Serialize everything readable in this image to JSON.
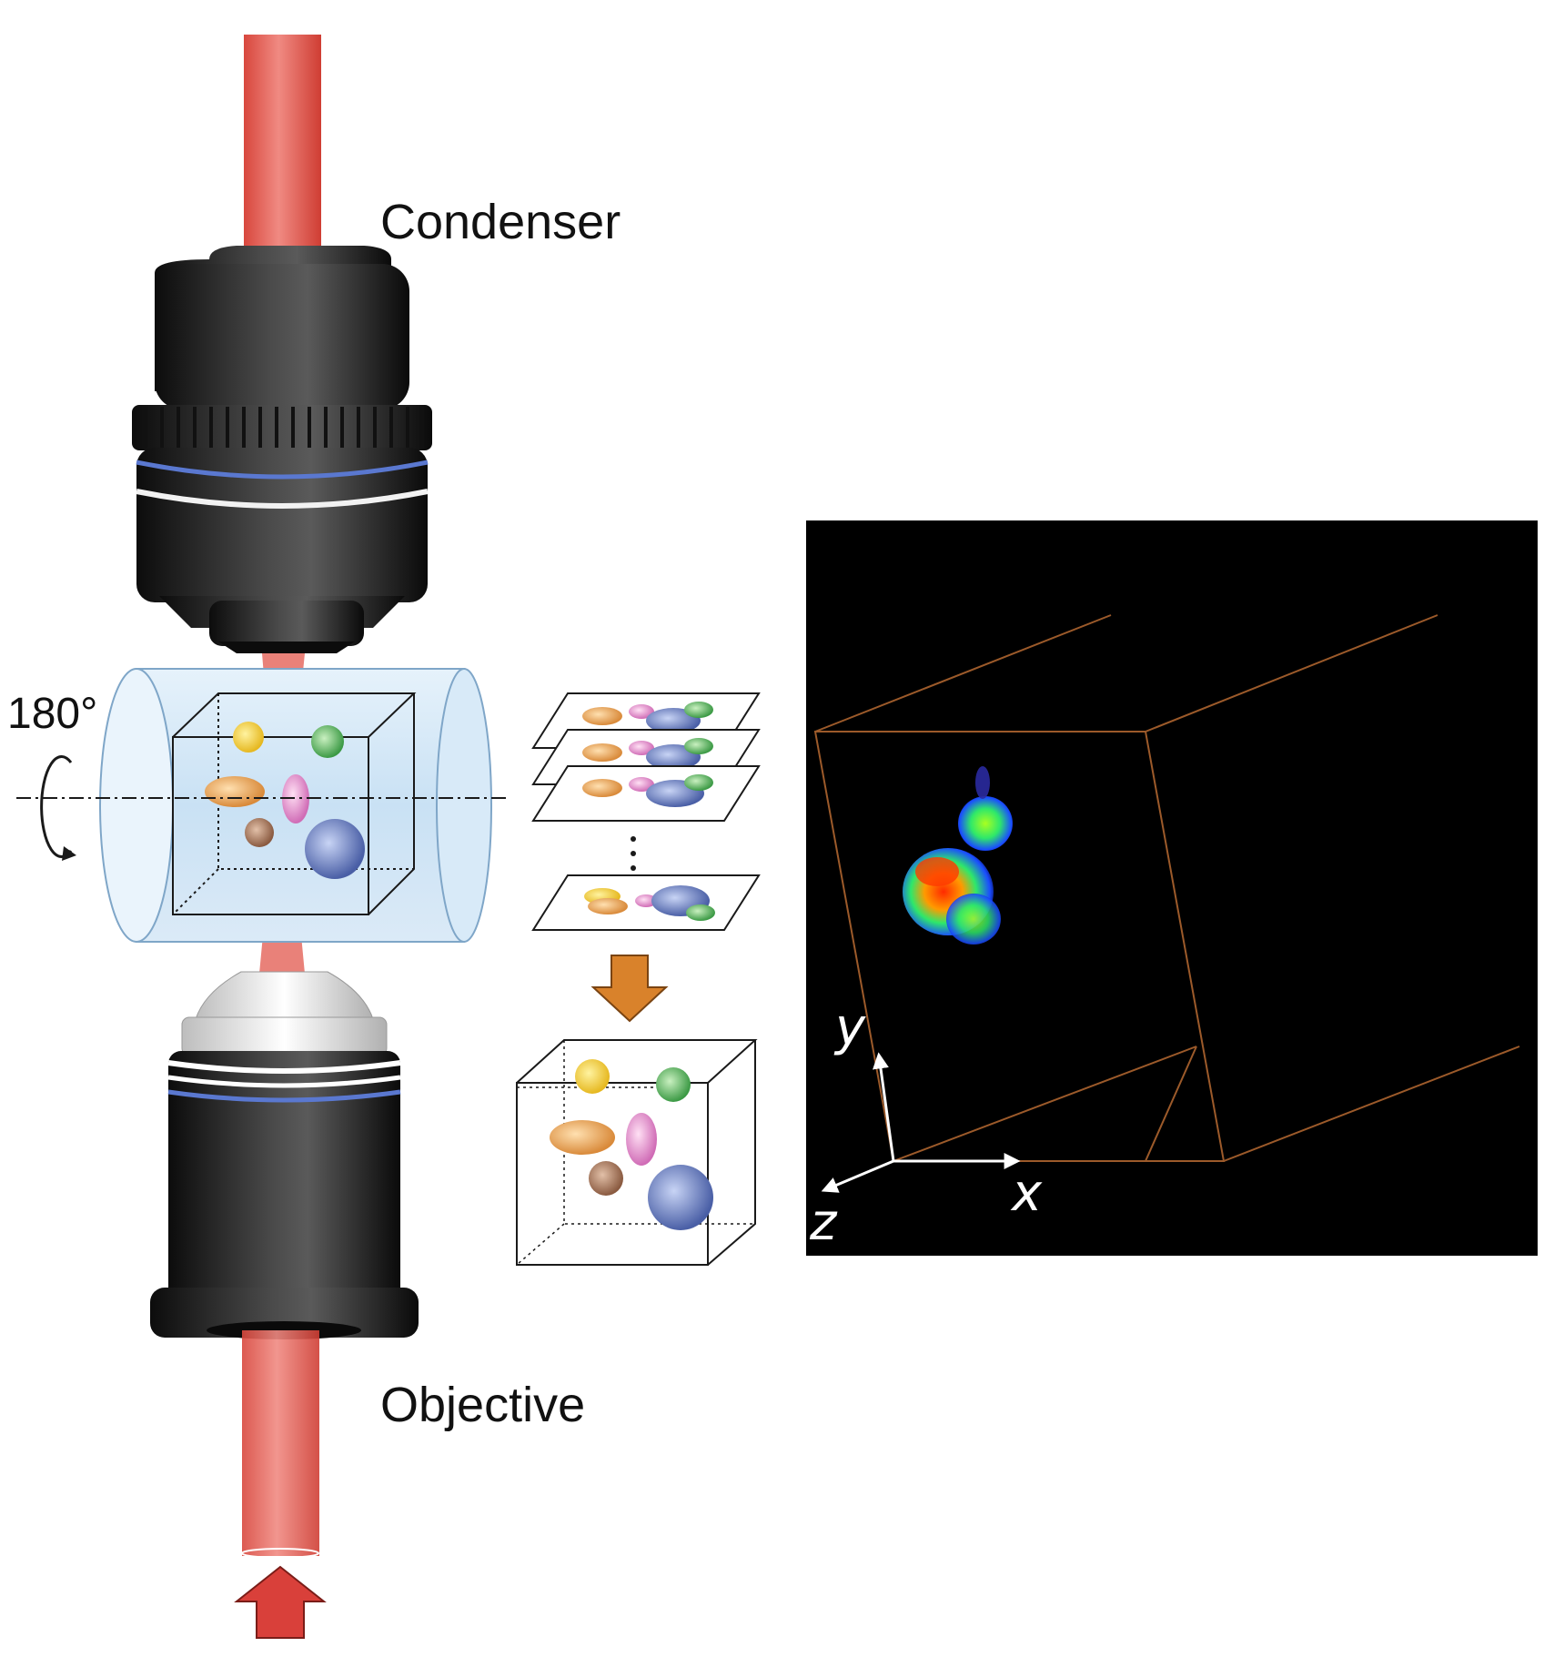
{
  "labels": {
    "condenser": "Condenser",
    "objective": "Objective",
    "rotation": "180°"
  },
  "axes": {
    "x": "x",
    "y": "y",
    "z": "z"
  },
  "colors": {
    "beam": "#e2574c",
    "lens_body": "#222222",
    "capillary": "#cfe6f7",
    "process_arrow": "#d9822b",
    "render_box_edge": "#9c5a2a",
    "render_background": "#000000"
  },
  "icons": {
    "rotation": "circular-arrow-icon",
    "process": "down-arrow-icon",
    "input": "up-arrow-icon"
  }
}
